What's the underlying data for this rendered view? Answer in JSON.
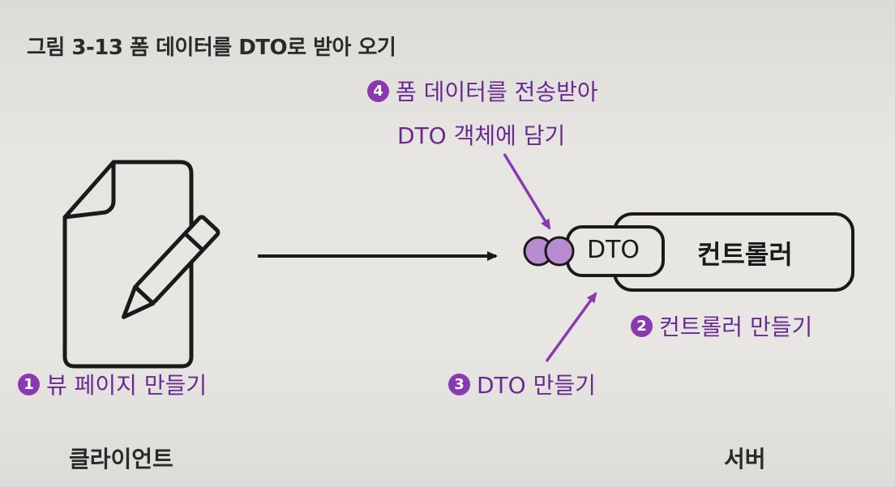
{
  "figure": {
    "caption": "그림 3-13  폼 데이터를 DTO로 받아 오기"
  },
  "nodes": {
    "dto_label": "DTO",
    "controller_label": "컨트롤러"
  },
  "annotations": {
    "step1": {
      "number": "1",
      "text": "뷰 페이지 만들기"
    },
    "step2": {
      "number": "2",
      "text": "컨트롤러 만들기"
    },
    "step3": {
      "number": "3",
      "text": "DTO 만들기"
    },
    "step4": {
      "number": "4",
      "line1": "폼 데이터를 전송받아",
      "line2": "DTO 객체에 담기"
    }
  },
  "sides": {
    "client": "클라이언트",
    "server": "서버"
  },
  "colors": {
    "accent": "#8a3ab0",
    "accent_text": "#6b2a8f",
    "ink": "#1a1a1a"
  },
  "icons": [
    "document-icon",
    "pencil-icon",
    "data-circles-icon",
    "arrow-right-icon"
  ]
}
